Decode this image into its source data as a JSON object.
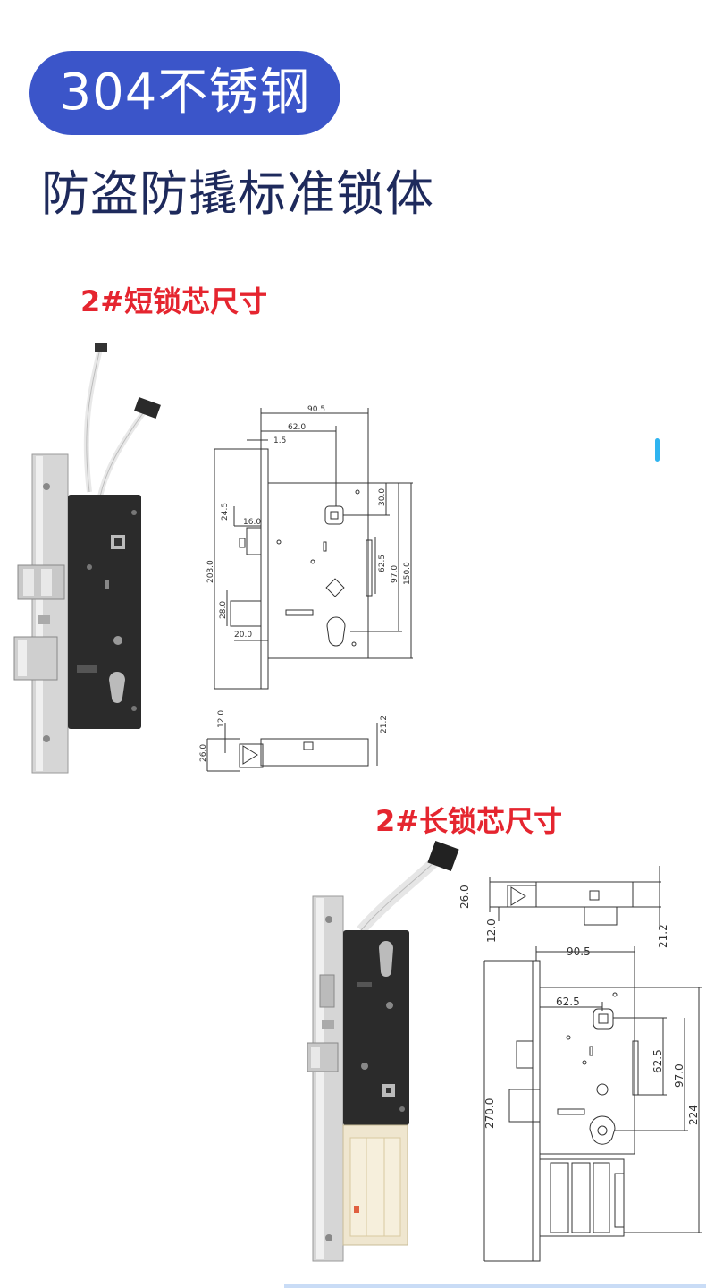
{
  "badge": {
    "text": "304不锈钢",
    "color": "#3b55c9"
  },
  "headline": "防盗防撬标准锁体",
  "short_lock": {
    "title": "2#短锁芯尺寸",
    "dims": {
      "w_total": "90.5",
      "w_mid": "62.0",
      "w_small": "1.5",
      "d_24_5": "24.5",
      "d_16": "16.0",
      "d_203": "203.0",
      "d_28": "28.0",
      "d_20": "20.0",
      "d_30": "30.0",
      "d_62_5": "62.5",
      "d_97": "97.0",
      "d_150": "150.0",
      "side_12": "12.0",
      "side_26": "26.0",
      "side_21_2": "21.2"
    }
  },
  "long_lock": {
    "title": "2#长锁芯尺寸",
    "dims": {
      "top_26": "26.0",
      "top_12": "12.0",
      "top_21_2": "21.2",
      "w_total": "90.5",
      "w_mid": "62.5",
      "d_62_5": "62.5",
      "d_97": "97.0",
      "d_270": "270.0",
      "d_224": "224"
    }
  },
  "colors": {
    "title_red": "#e5252f",
    "headline": "#1e2a5c",
    "accent": "#2fb4f0"
  }
}
